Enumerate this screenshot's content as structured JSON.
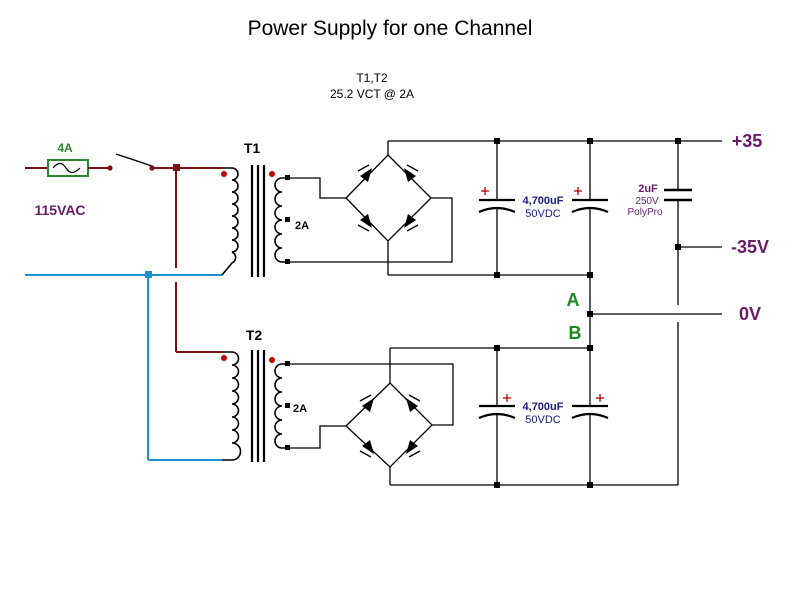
{
  "title": "Power Supply for one Channel",
  "spec": {
    "line1": "T1,T2",
    "line2": "25.2 VCT @ 2A"
  },
  "input": {
    "fuse_label": "4A",
    "voltage_label": "115VAC"
  },
  "transformers": {
    "t1_label": "T1",
    "t2_label": "T2",
    "t1_secondary_label": "2A",
    "t2_secondary_label": "2A"
  },
  "capacitors": {
    "c_upper_value": "4,700uF",
    "c_upper_rating": "50VDC",
    "c_lower_value": "4,700uF",
    "c_lower_rating": "50VDC",
    "c_film_value": "2uF",
    "c_film_rating": "250V",
    "c_film_type": "PolyPro"
  },
  "nodes": {
    "a_label": "A",
    "b_label": "B"
  },
  "outputs": {
    "pos_label": "+35",
    "neg_label": "-35V",
    "zero_label": "0V"
  },
  "colors": {
    "primary_hot": "#7a1010",
    "primary_neutral": "#1f8fd6",
    "fuse": "#2a8a2a",
    "label_purple": "#6a1a6a",
    "label_blue": "#1a1a8a",
    "node_green": "#1a8a1a",
    "polarity_mark": "#c00000"
  }
}
